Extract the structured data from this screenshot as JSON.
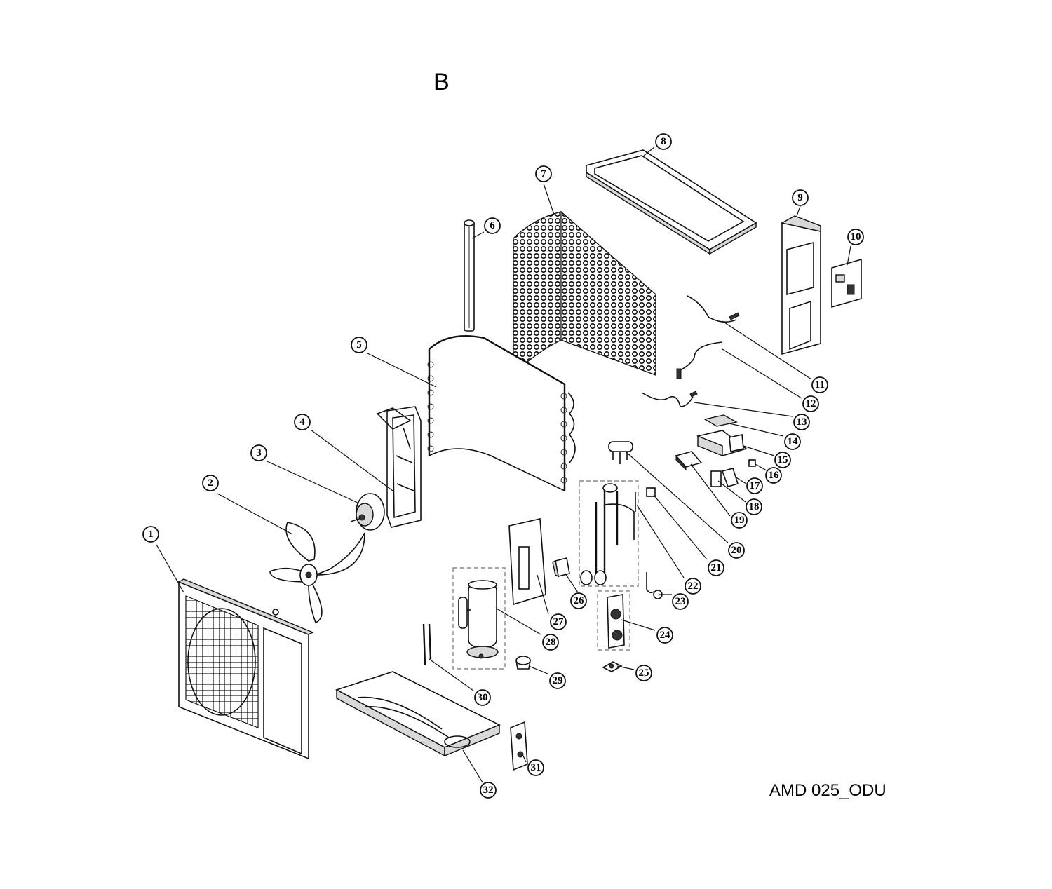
{
  "page_letter": "B",
  "model_label": "AMD 025_ODU",
  "callouts": [
    {
      "id": "callout-1",
      "label": "1"
    },
    {
      "id": "callout-2",
      "label": "2"
    },
    {
      "id": "callout-3",
      "label": "3"
    },
    {
      "id": "callout-4",
      "label": "4"
    },
    {
      "id": "callout-5",
      "label": "5"
    },
    {
      "id": "callout-6",
      "label": "6"
    },
    {
      "id": "callout-7",
      "label": "7"
    },
    {
      "id": "callout-8",
      "label": "8"
    },
    {
      "id": "callout-9",
      "label": "9"
    },
    {
      "id": "callout-10",
      "label": "10"
    },
    {
      "id": "callout-11",
      "label": "11"
    },
    {
      "id": "callout-12",
      "label": "12"
    },
    {
      "id": "callout-13",
      "label": "13"
    },
    {
      "id": "callout-14",
      "label": "14"
    },
    {
      "id": "callout-15",
      "label": "15"
    },
    {
      "id": "callout-16",
      "label": "16"
    },
    {
      "id": "callout-17",
      "label": "17"
    },
    {
      "id": "callout-18",
      "label": "18"
    },
    {
      "id": "callout-19",
      "label": "19"
    },
    {
      "id": "callout-20",
      "label": "20"
    },
    {
      "id": "callout-21",
      "label": "21"
    },
    {
      "id": "callout-22",
      "label": "22"
    },
    {
      "id": "callout-23",
      "label": "23"
    },
    {
      "id": "callout-24",
      "label": "24"
    },
    {
      "id": "callout-25",
      "label": "25"
    },
    {
      "id": "callout-26",
      "label": "26"
    },
    {
      "id": "callout-27",
      "label": "27"
    },
    {
      "id": "callout-28",
      "label": "28"
    },
    {
      "id": "callout-29",
      "label": "29"
    },
    {
      "id": "callout-30",
      "label": "30"
    },
    {
      "id": "callout-31",
      "label": "31"
    },
    {
      "id": "callout-32",
      "label": "32"
    }
  ]
}
